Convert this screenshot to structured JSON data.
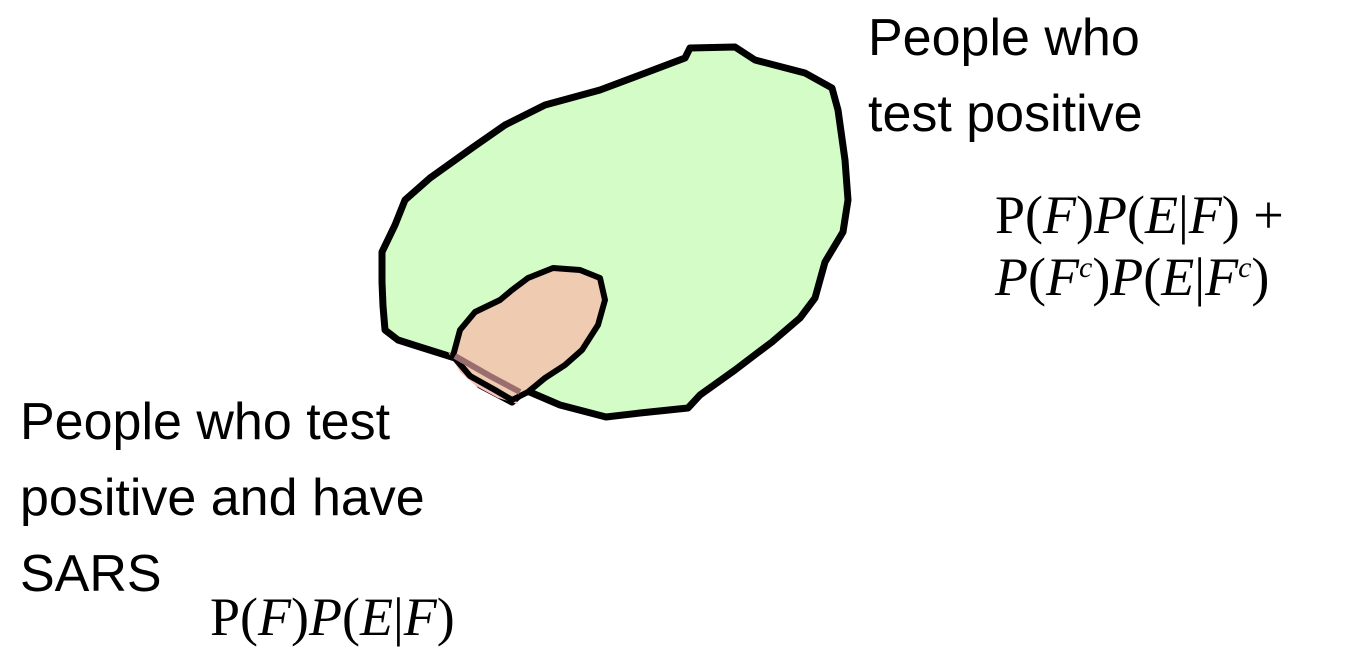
{
  "diagram": {
    "colors": {
      "outline": "#000000",
      "positive_fill": "#d4fcc6",
      "sars_fill": "#eecbb1",
      "overflow_fill": "#f9c2c2"
    },
    "positive_label": {
      "line1": "People who",
      "line2": "test positive"
    },
    "sars_label": {
      "line1": "People who test",
      "line2": "positive and have",
      "line3": "SARS"
    },
    "positive_formula": {
      "line1": {
        "p1": "P(",
        "v1": "F",
        "p2": ")",
        "v2": "P",
        "p3": "(",
        "v3": "E",
        "p4": "|",
        "v4": "F",
        "p5": ") +"
      },
      "line2": {
        "v1": "P",
        "p1": "(",
        "v2": "F",
        "sup1": "c",
        "p2": ")",
        "v3": "P",
        "p3": "(",
        "v4": "E",
        "p4": "|",
        "v5": "F",
        "sup2": "c",
        "p5": ")"
      }
    },
    "sars_formula": {
      "p1": "P(",
      "v1": "F",
      "p2": ")",
      "v2": "P",
      "p3": "(",
      "v3": "E",
      "p4": "|",
      "v4": "F",
      "p5": ")"
    }
  }
}
